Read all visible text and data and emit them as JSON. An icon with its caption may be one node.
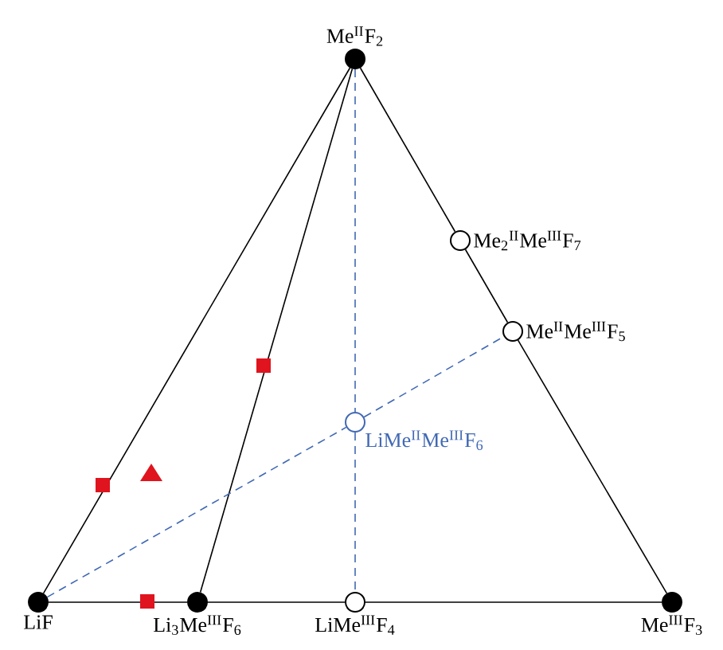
{
  "diagram": {
    "nodes": [
      {
        "text": [
          "Me$^{II}$F$_{2}$"
        ]
      },
      {
        "text": [
          "Me$_{2}$$^{II}$Me$^{III}$F$_{7}$"
        ]
      },
      {
        "text": [
          "Me$^{II}$Me$^{III}$F$_{5}$"
        ]
      },
      {
        "text": [
          "LiMe$^{II}$Me$^{III}$F$_{6}$"
        ]
      },
      {
        "text": [
          "LiF"
        ]
      },
      {
        "text": [
          "Li$_{3}$Me$^{III}$F$_{6}$"
        ]
      },
      {
        "text": [
          "LiMe$^{III}$F$_{4}$"
        ]
      },
      {
        "text": [
          "Me$^{III}$F$_{3}$"
        ]
      }
    ],
    "edges": [
      {
        "from": 4,
        "to": 0,
        "arrow": "none"
      },
      {
        "from": 0,
        "to": 1,
        "arrow": "none"
      },
      {
        "from": 1,
        "to": 2,
        "arrow": "none"
      },
      {
        "from": 2,
        "to": 7,
        "arrow": "none"
      },
      {
        "from": 4,
        "to": 5,
        "arrow": "none"
      },
      {
        "from": 5,
        "to": 6,
        "arrow": "none"
      },
      {
        "from": 6,
        "to": 7,
        "arrow": "none"
      },
      {
        "from": 0,
        "to": 5,
        "arrow": "none"
      },
      {
        "from": 4,
        "to": 3,
        "arrow": "none",
        "style": "dashed",
        "color": "#4169b4"
      },
      {
        "from": 3,
        "to": 2,
        "arrow": "none",
        "style": "dashed",
        "color": "#4169b4"
      },
      {
        "from": 0,
        "to": 3,
        "arrow": "none",
        "style": "dashed",
        "color": "#4169b4"
      },
      {
        "from": 3,
        "to": 6,
        "arrow": "none",
        "style": "dashed",
        "color": "#4169b4"
      }
    ]
  }
}
